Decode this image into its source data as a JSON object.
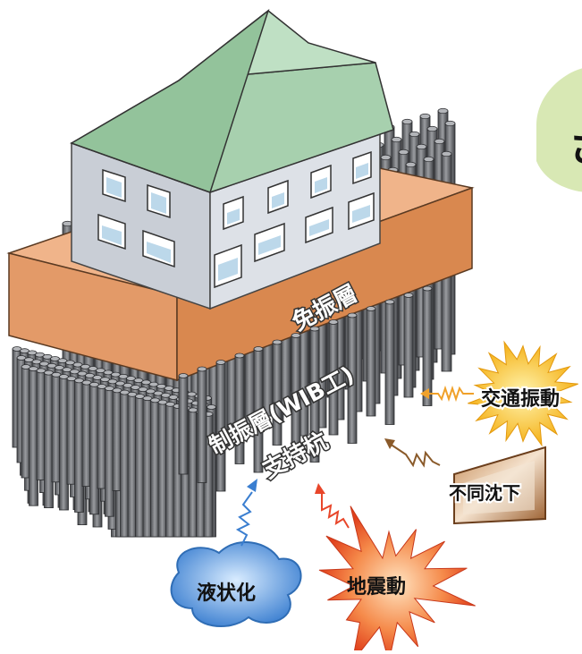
{
  "labels": {
    "isolation_layer": "免振層",
    "damping_layer": "制振層(WIB工)",
    "support_piles": "支持杭",
    "traffic_vibration": "交通振動",
    "differential_settlement": "不同沈下",
    "liquefaction": "液状化",
    "earthquake": "地震動",
    "cut_off_char": "さ"
  },
  "colors": {
    "roof": "#9cc9a3",
    "wall": "#d9dde2",
    "slab": "#e8a77a",
    "pile": "#6c6e72",
    "sun": "#f7c232",
    "quake": "#f05a28",
    "liquefaction": "#4e8fd6",
    "settlement": "#a36a3a",
    "bubble": "#d8e8b4"
  },
  "icons": [
    "traffic-sun-icon",
    "settlement-box-icon",
    "liquefaction-blob-icon",
    "earthquake-burst-icon"
  ]
}
